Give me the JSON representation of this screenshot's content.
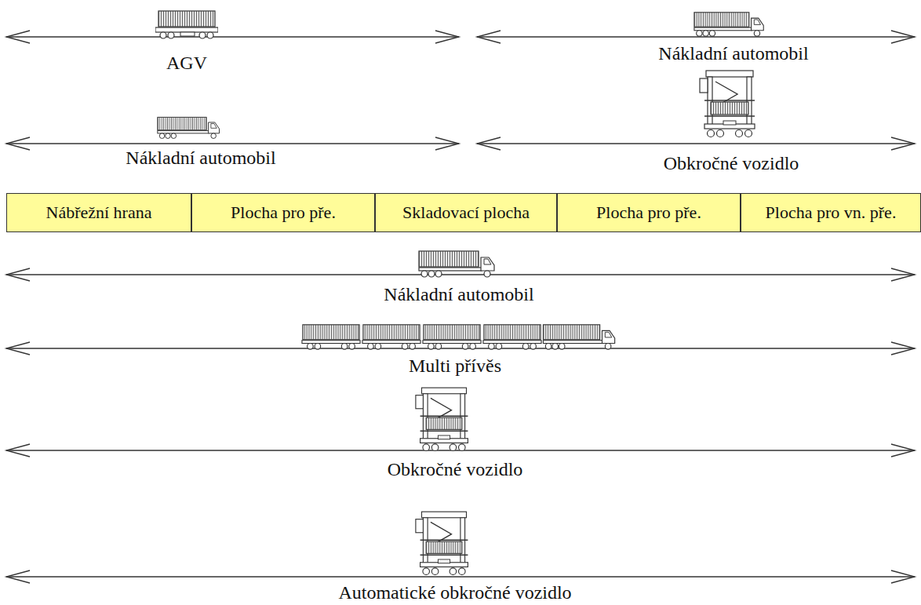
{
  "diagram": {
    "nodes": [
      {
        "text": [
          "Nábřežní hrana"
        ]
      },
      {
        "text": [
          "Plocha pro pře."
        ]
      },
      {
        "text": [
          "Skladovací plocha"
        ]
      },
      {
        "text": [
          "Plocha pro pře."
        ]
      },
      {
        "text": [
          "Plocha pro vn. pře."
        ]
      }
    ],
    "labels": [
      "AGV",
      "Nákladní automobil",
      "Nákladní automobil",
      "Obkročné vozidlo",
      "Nákladní automobil",
      "Multi přívěs",
      "Obkročné vozidlo",
      "Automatické obkročné vozidlo"
    ]
  }
}
